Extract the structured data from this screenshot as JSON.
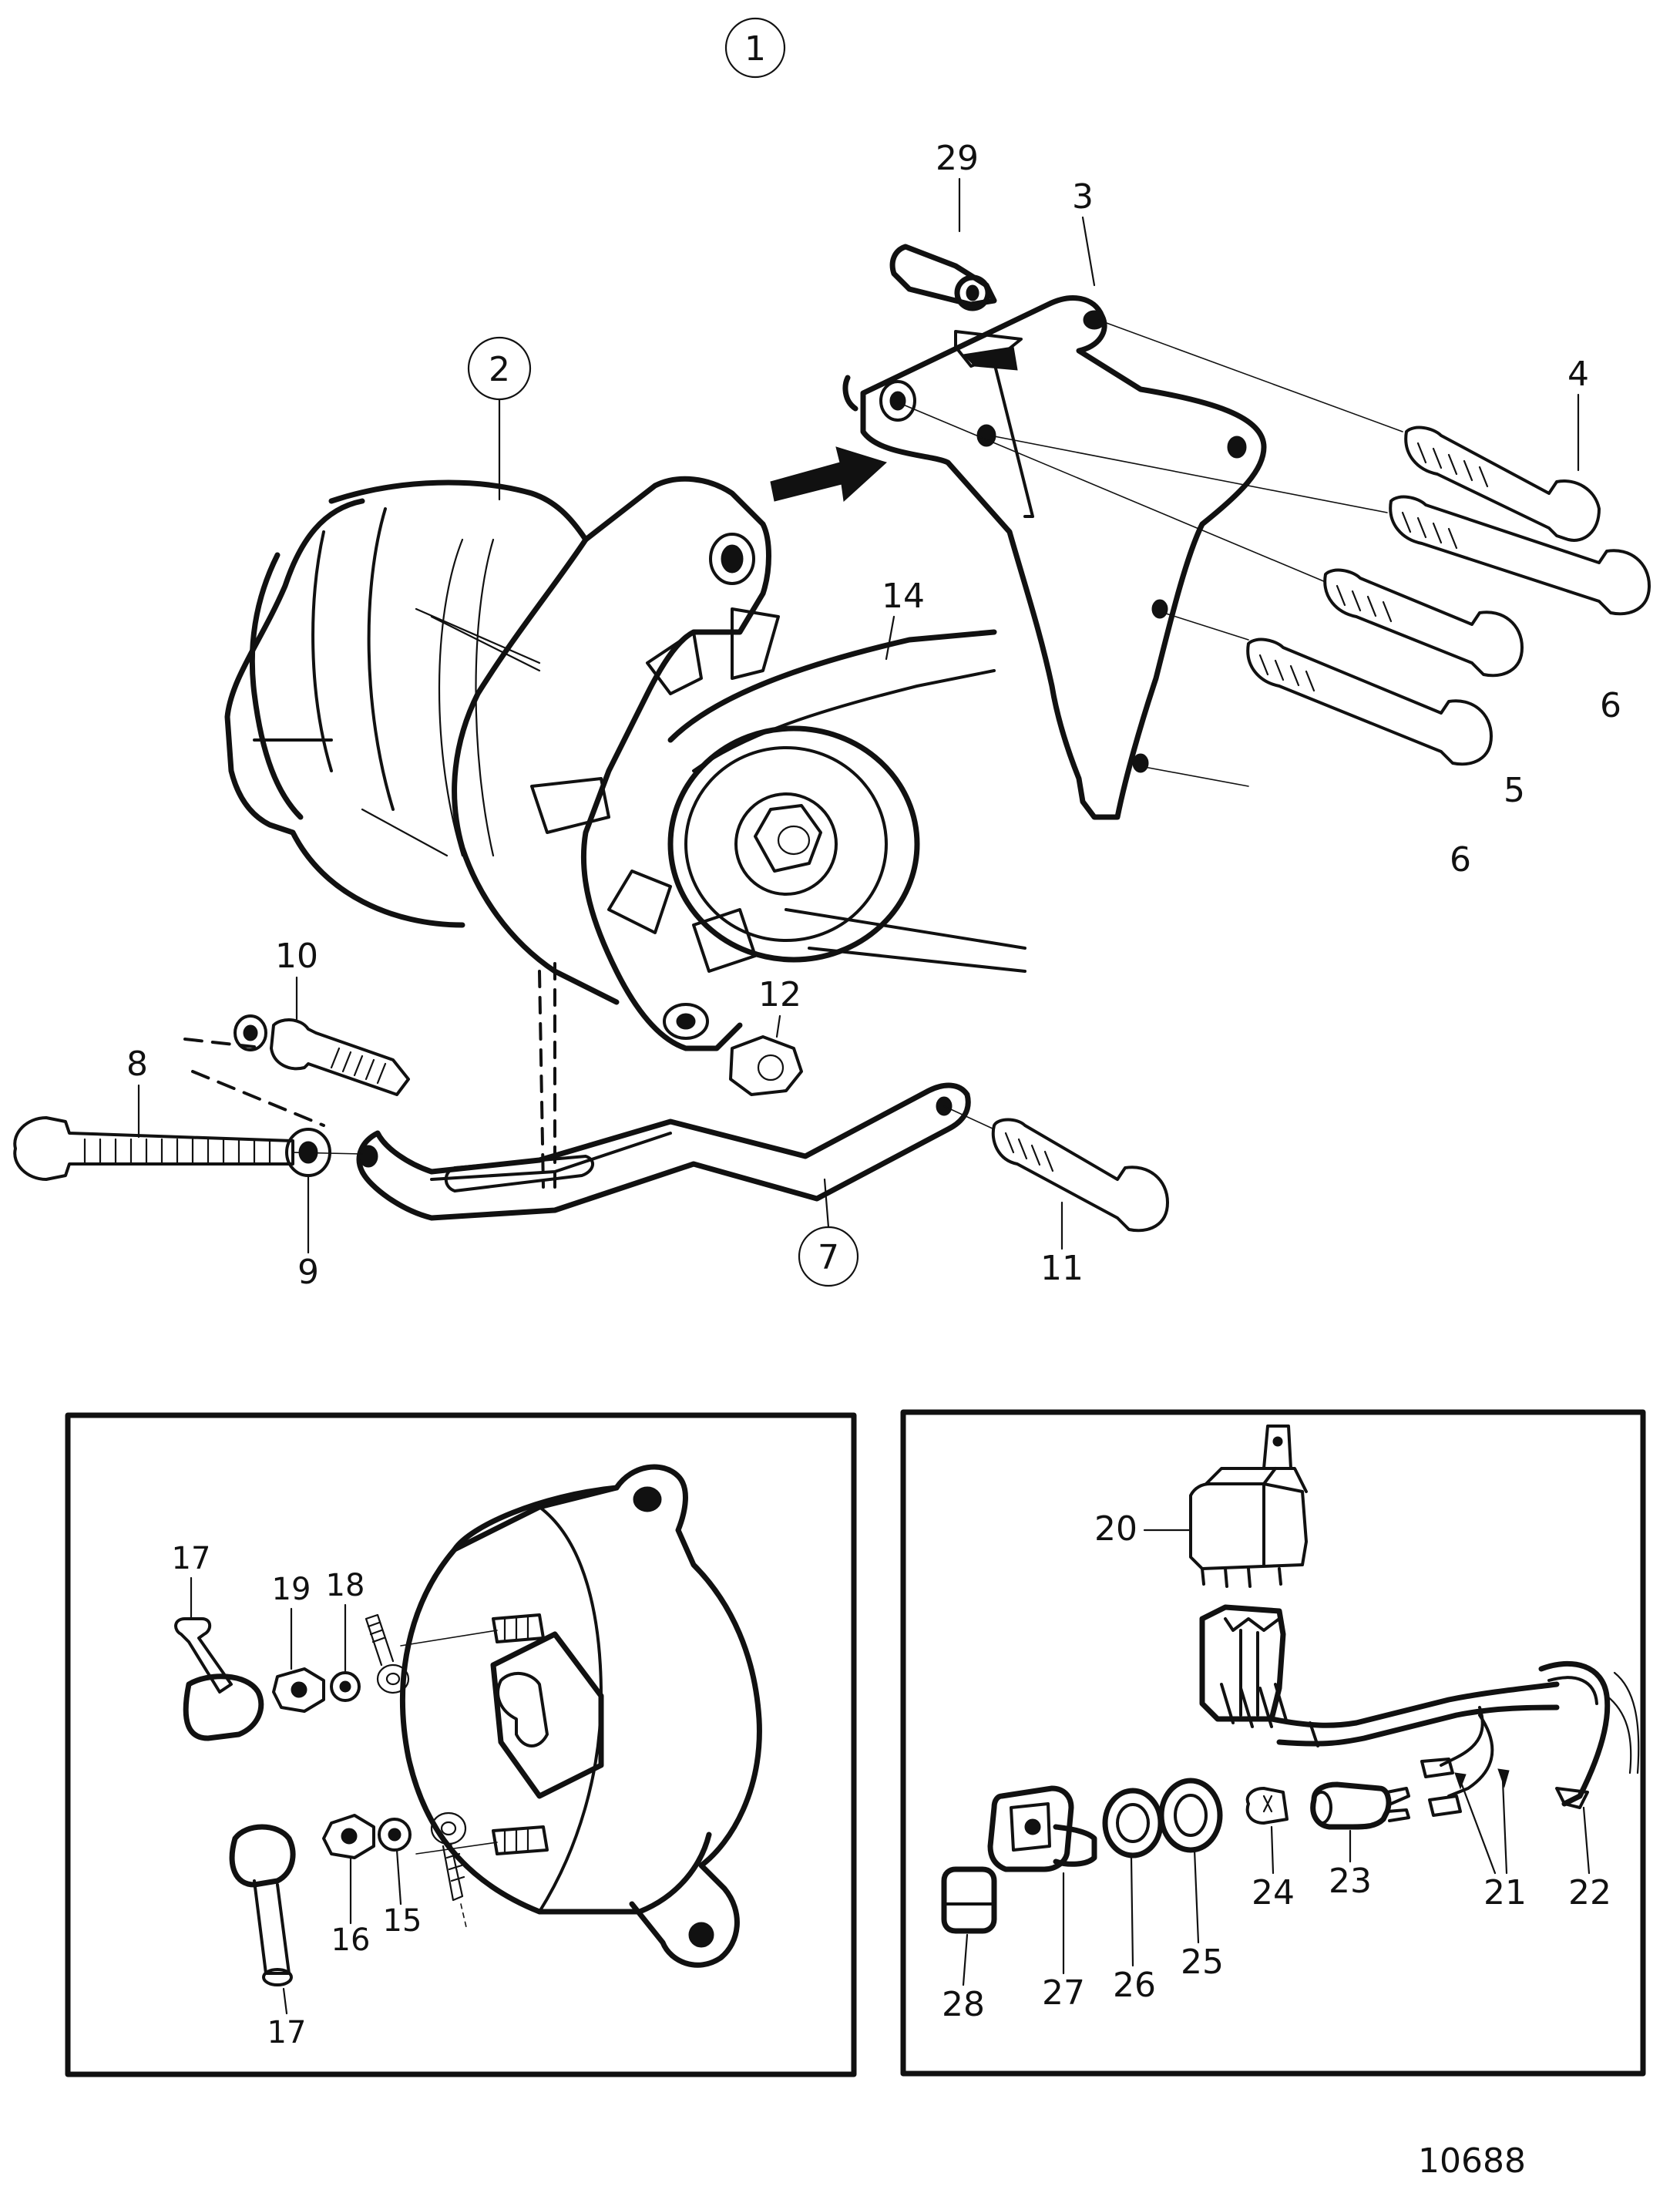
{
  "labels": {
    "l1": "1",
    "l2": "2",
    "l3": "3",
    "l4": "4",
    "l5": "5",
    "l6a": "6",
    "l6b": "6",
    "l7": "7",
    "l8": "8",
    "l9": "9",
    "l10": "10",
    "l11": "11",
    "l12": "12",
    "l14": "14",
    "l15": "15",
    "l16": "16",
    "l17a": "17",
    "l17b": "17",
    "l18": "18",
    "l19": "19",
    "l20": "20",
    "l21": "21",
    "l22": "22",
    "l23": "23",
    "l24": "24",
    "l25": "25",
    "l26": "26",
    "l27": "27",
    "l28": "28",
    "l29": "29"
  },
  "figure_number": "10688",
  "ink_color": "#111111",
  "paper_color": "#ffffff"
}
